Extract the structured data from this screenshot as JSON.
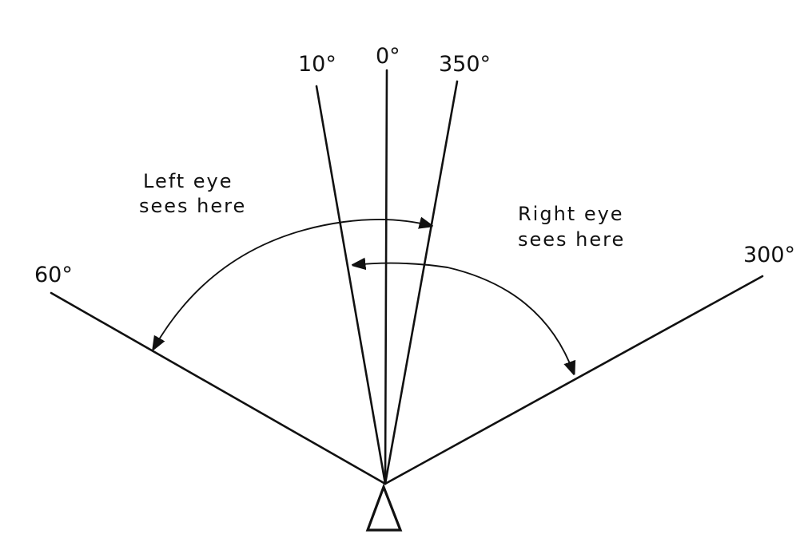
{
  "diagram": {
    "angles": {
      "a0": "0°",
      "a10": "10°",
      "a350": "350°",
      "a60": "60°",
      "a300": "300°"
    },
    "left_eye": {
      "line1": "Left eye",
      "line2": "sees here"
    },
    "right_eye": {
      "line1": "Right eye",
      "line2": "sees here"
    },
    "colors": {
      "ink": "#111111",
      "background": "#ffffff"
    }
  }
}
